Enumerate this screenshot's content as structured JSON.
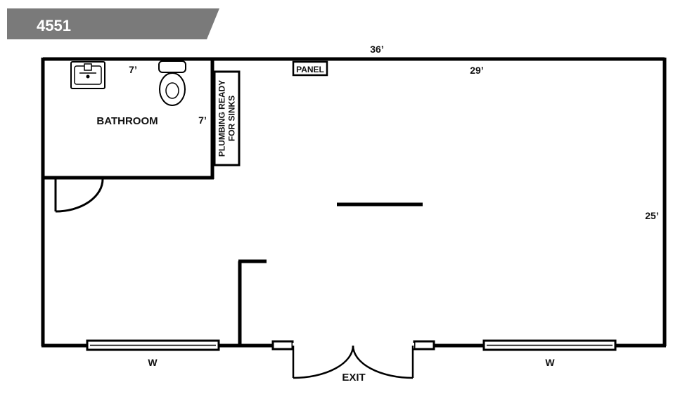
{
  "header": {
    "plan_number": "4551",
    "banner_color": "#7a7a7a"
  },
  "plan": {
    "wall_color": "#000000",
    "labels": {
      "overall_width": "36’",
      "room_width": "29’",
      "overall_depth": "25’",
      "bathroom_width": "7’",
      "bathroom_depth": "7’",
      "bathroom": "BATHROOM",
      "panel": "PANEL",
      "plumbing_line1": "PLUMBING READY",
      "plumbing_line2": "FOR SINKS",
      "window_left": "W",
      "window_right": "W",
      "exit": "EXIT"
    }
  }
}
